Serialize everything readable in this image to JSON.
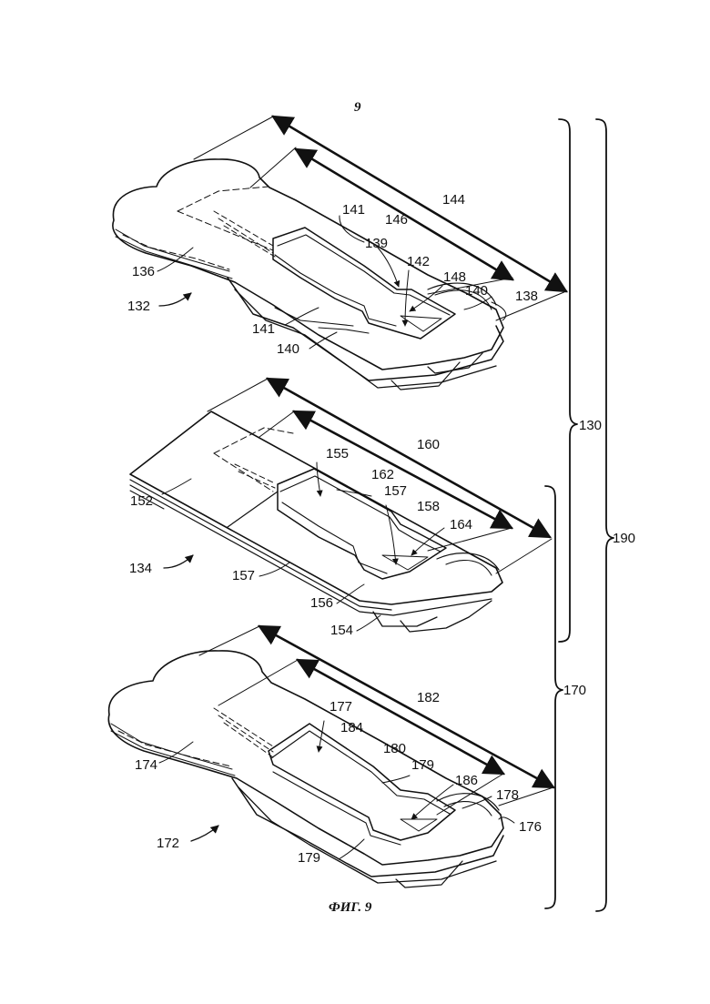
{
  "page_number": "9",
  "figure_caption": "ФИГ. 9",
  "reference_numerals": {
    "r130": "130",
    "r132": "132",
    "r134": "134",
    "r136": "136",
    "r138": "138",
    "r139": "139",
    "r140a": "140",
    "r140b": "140",
    "r141a": "141",
    "r141b": "141",
    "r142": "142",
    "r144": "144",
    "r146": "146",
    "r148": "148",
    "r152": "152",
    "r154": "154",
    "r155": "155",
    "r156": "156",
    "r157a": "157",
    "r157b": "157",
    "r158": "158",
    "r160": "160",
    "r162": "162",
    "r164": "164",
    "r170": "170",
    "r172": "172",
    "r174": "174",
    "r176": "176",
    "r177": "177",
    "r178": "178",
    "r179a": "179",
    "r179b": "179",
    "r180": "180",
    "r182": "182",
    "r184": "184",
    "r186": "186",
    "r190": "190"
  }
}
